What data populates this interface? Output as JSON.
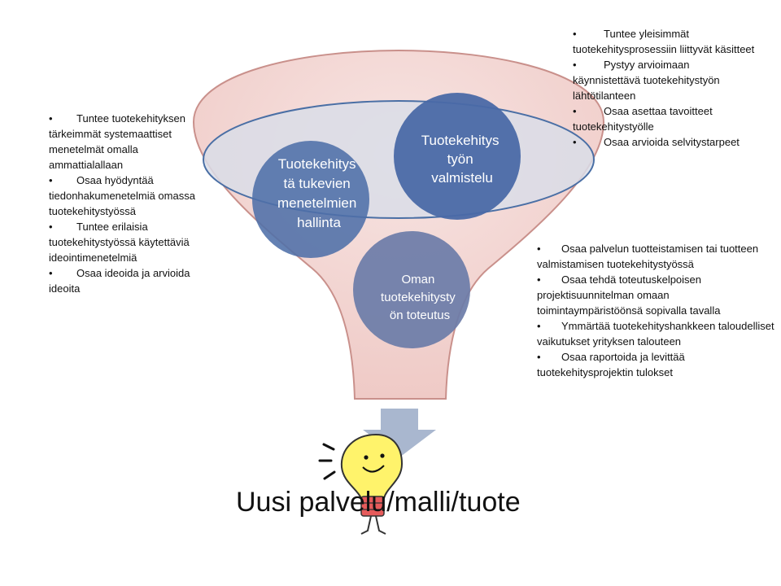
{
  "circles": {
    "left": {
      "lines": [
        "Tuotekehitys",
        "tä tukevien",
        "menetelmien",
        "hallinta"
      ],
      "color": "#4f6fa8"
    },
    "right": {
      "lines": [
        "Tuotekehitys",
        "työn",
        "valmistelu"
      ],
      "color": "#4a69a6"
    },
    "bottom": {
      "lines": [
        "Oman",
        "tuotekehitysty",
        "ön toteutus"
      ],
      "color": "#6b7ca8"
    }
  },
  "lists": {
    "left": [
      "Tuntee tuotekehityksen tärkeimmät systemaattiset menetelmät omalla ammattialallaan",
      "Osaa hyödyntää tiedonhakumenetelmiä omassa tuotekehitystyössä",
      "Tuntee erilaisia tuotekehitystyössä käytettäviä ideointimenetelmiä",
      "Osaa ideoida ja arvioida ideoita"
    ],
    "top_right": [
      "Tuntee yleisimmät tuotekehitysprosessiin liittyvät käsitteet",
      "Pystyy arvioimaan käynnistettävä tuotekehitystyön lähtötilanteen",
      "Osaa asettaa tavoitteet tuotekehitystyölle",
      "Osaa arvioida selvitystarpeet"
    ],
    "bottom_right": [
      "Osaa palvelun tuotteistamisen tai tuotteen valmistamisen tuotekehitystyössä",
      "Osaa tehdä toteutuskelpoisen projektisuunnitelman omaan toimintaympäristöönsä sopivalla tavalla",
      "Ymmärtää tuotekehityshankkeen taloudelliset vaikutukset yrityksen talouteen",
      "Osaa raportoida ja levittää tuotekehitysprojektin tulokset"
    ]
  },
  "result": {
    "text": "Uusi palvelu/malli/tuote"
  },
  "colors": {
    "funnel_fill": "#f2d6d3",
    "funnel_stroke": "#c9908b",
    "rim_fill": "#d9dde8",
    "rim_stroke": "#4a6fa5",
    "arrow_fill": "#a9b7cf",
    "bulb_fill": "#fff36b"
  },
  "icons": {
    "bulb": "lightbulb-character-icon",
    "arrow": "arrow-down-icon"
  }
}
